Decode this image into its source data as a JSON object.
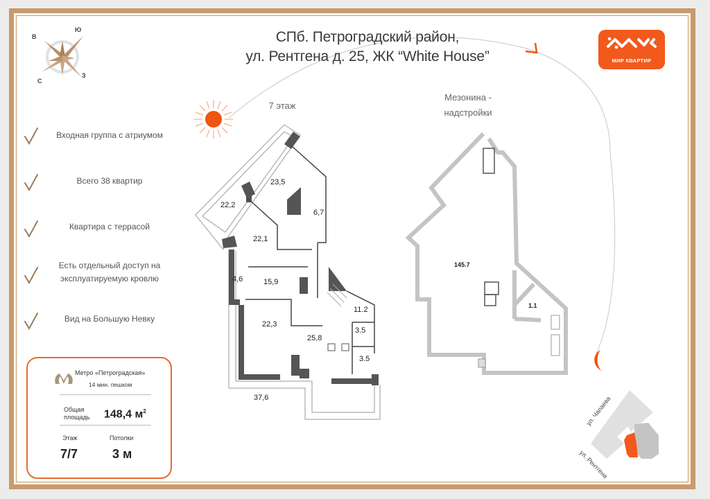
{
  "header": {
    "title_line1": "СПб. Петроградский район,",
    "title_line2": "ул. Рентгена д. 25,  ЖК “White House”"
  },
  "compass": {
    "icon": "compass-rose-icon",
    "north_label": "В",
    "east_label": "Ю",
    "south_label": "З",
    "west_label": "С"
  },
  "logo": {
    "icon": "mir-kvartir-logo-icon",
    "label": "МИР КВАРТИР",
    "color": "#f2591c"
  },
  "features": [
    {
      "icon": "check-icon",
      "text": "Входная группа с  атриумом"
    },
    {
      "icon": "check-icon",
      "text": "Всего 38 квартир"
    },
    {
      "icon": "check-icon",
      "text": "Квартира с террасой"
    },
    {
      "icon": "check-icon",
      "text": "Есть отдельный доступ на эксплуатируемую кровлю"
    },
    {
      "icon": "check-icon",
      "text": "Вид на Большую Невку"
    }
  ],
  "info_card": {
    "metro_icon": "metro-icon",
    "metro_name": "Метро «Петроградская»",
    "metro_walk": "14 мин. пешком",
    "area_label": "Общая площадь",
    "area_value": "148,4 м",
    "area_unit_sup": "2",
    "floor_label": "Этаж",
    "floor_value": "7/7",
    "ceiling_label": "Потолки",
    "ceiling_value": "3 м",
    "border_color": "#e86a2e"
  },
  "floor_plan": {
    "label": "7 этаж",
    "rooms": [
      "23,5",
      "22,2",
      "6,7",
      "22,1",
      "4,6",
      "15,9",
      "11.2",
      "22,3",
      "25,8",
      "3.5",
      "3.5",
      "37,6"
    ]
  },
  "mezzanine_plan": {
    "label_line1": "Мезонина -",
    "label_line2": "надстройки",
    "rooms": [
      "145.7",
      "1.1"
    ]
  },
  "location_map": {
    "street1": "ул. Чапаева",
    "street2": "ул. Рентгена",
    "highlight_color": "#f2591c"
  },
  "decor": {
    "sun_icon": "sun-icon",
    "moon_icon": "moon-icon",
    "accent": "#f2591c"
  }
}
